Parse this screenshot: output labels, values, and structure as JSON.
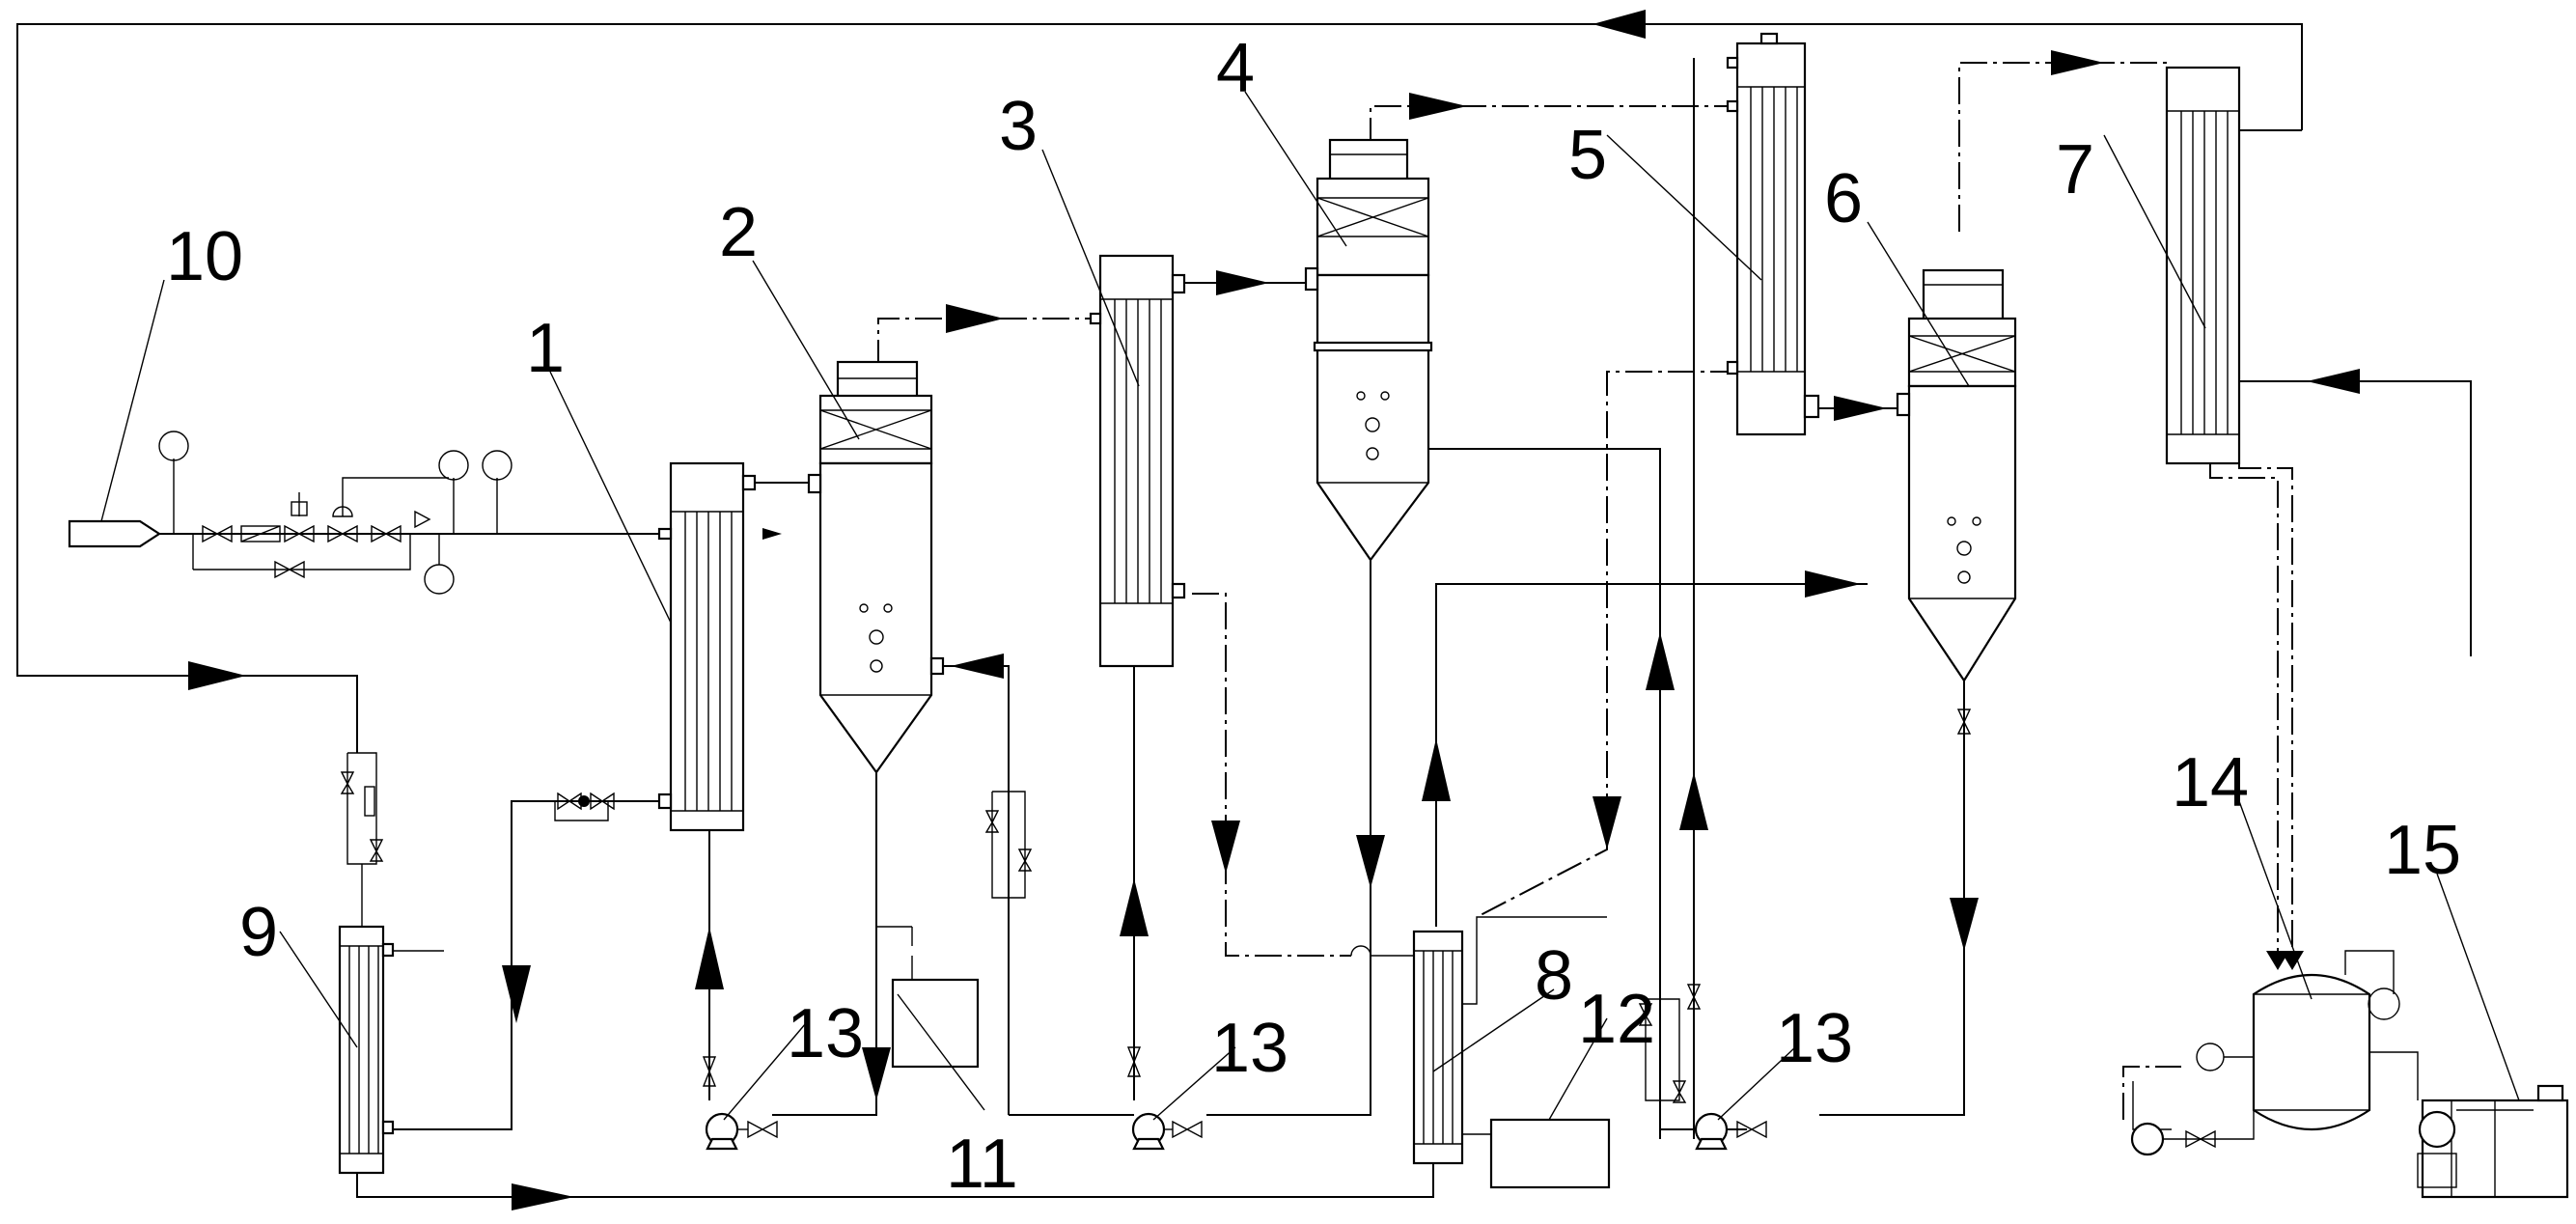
{
  "diagram": {
    "labels": {
      "l1": "1",
      "l2": "2",
      "l3": "3",
      "l4": "4",
      "l5": "5",
      "l6": "6",
      "l7": "7",
      "l8": "8",
      "l9": "9",
      "l10": "10",
      "l11": "11",
      "l12": "12",
      "l13a": "13",
      "l13b": "13",
      "l13c": "13",
      "l14": "14",
      "l15": "15"
    }
  }
}
